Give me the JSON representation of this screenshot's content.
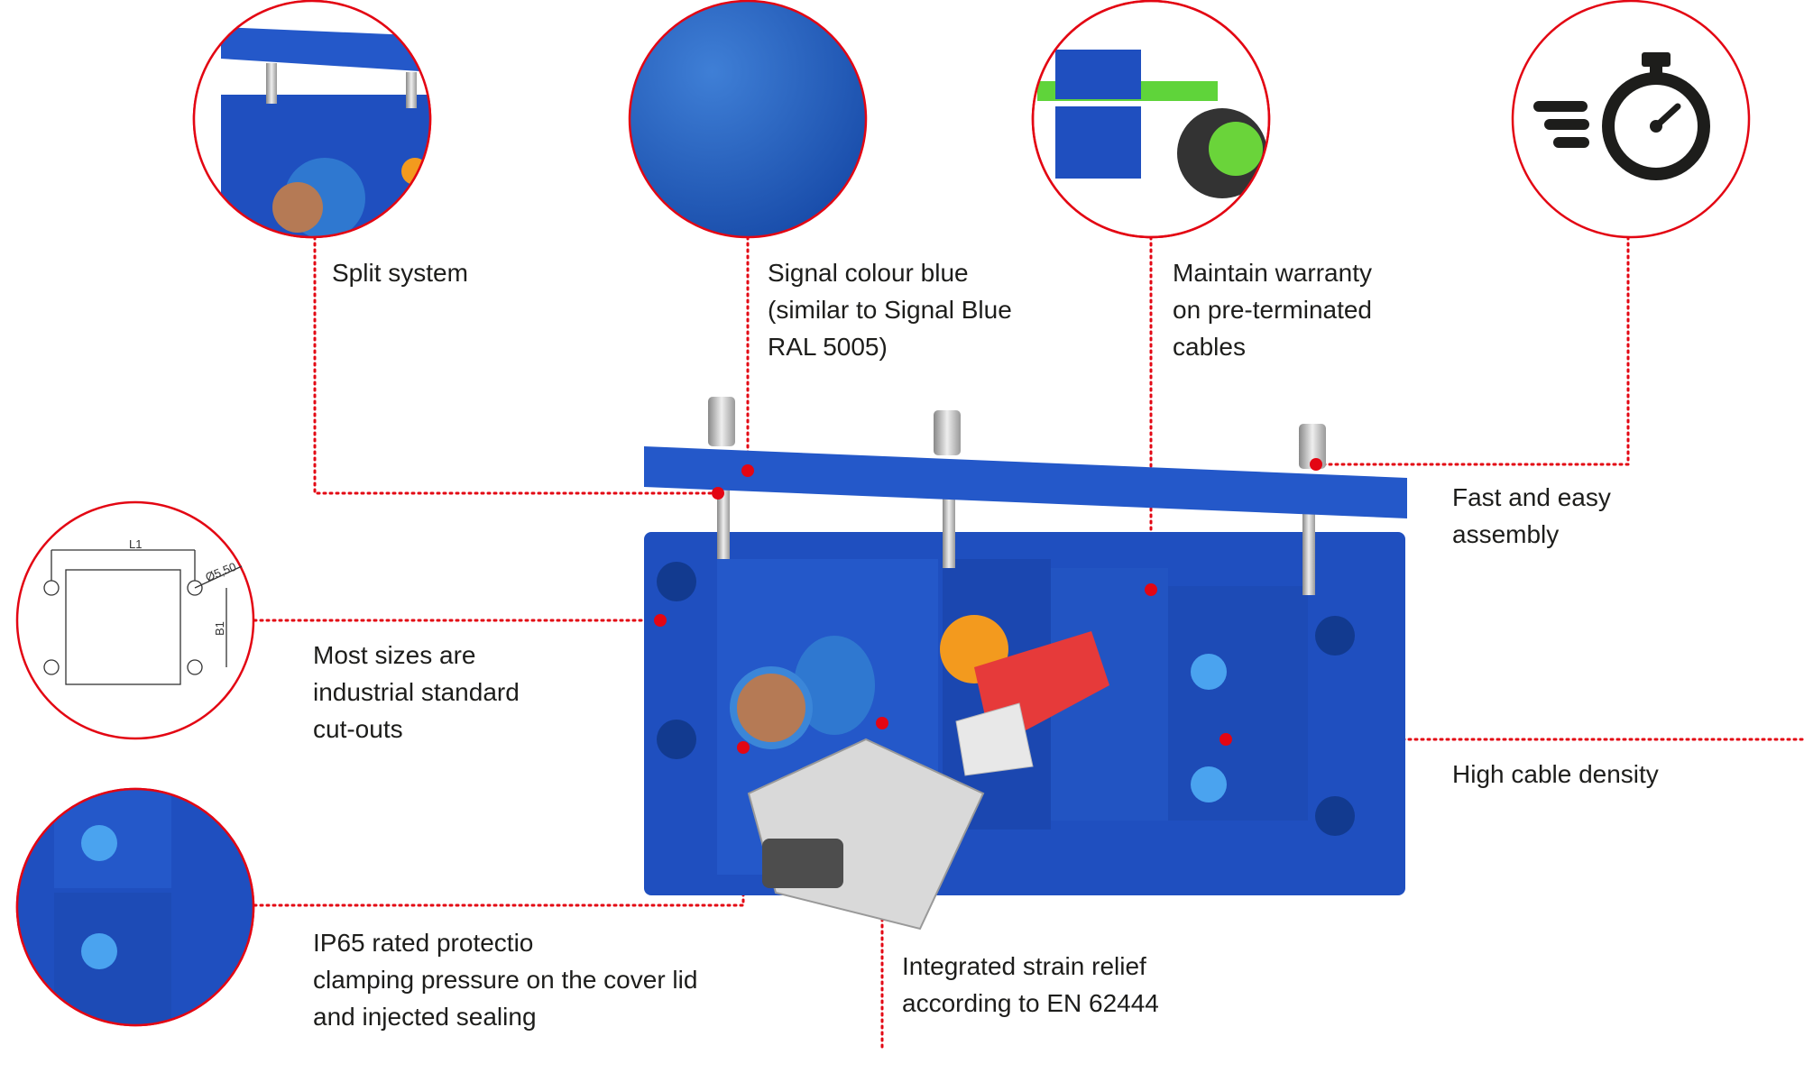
{
  "colors": {
    "accent": "#e30613",
    "product_blue": "#1f4fbf",
    "text": "#1d1d1b"
  },
  "features": {
    "split_system": {
      "lines": [
        "Split system"
      ],
      "icon": "split-system-photo"
    },
    "signal_blue": {
      "lines": [
        "Signal colour blue",
        "(similar to Signal Blue",
        "RAL 5005)"
      ],
      "icon": "blue-swatch"
    },
    "warranty": {
      "lines": [
        "Maintain warranty",
        "on pre-terminated",
        "cables"
      ],
      "icon": "pre-terminated-cable-photo"
    },
    "fast_assembly": {
      "lines": [
        "Fast and easy",
        "assembly"
      ],
      "icon": "stopwatch-icon"
    },
    "cut_outs": {
      "lines": [
        "Most sizes are",
        "industrial standard",
        "cut-outs"
      ],
      "icon": "cutout-drawing"
    },
    "cable_density": {
      "lines": [
        "High cable density"
      ]
    },
    "ip65": {
      "lines": [
        "IP65 rated protectio",
        "clamping pressure on the cover lid",
        "and injected sealing"
      ],
      "icon": "sealing-photo"
    },
    "strain_relief": {
      "lines": [
        "Integrated strain relief",
        "according to EN 62444"
      ]
    }
  },
  "drawing": {
    "length_label": "L1",
    "width_label": "B1",
    "hole_label": "Ø5,50"
  }
}
